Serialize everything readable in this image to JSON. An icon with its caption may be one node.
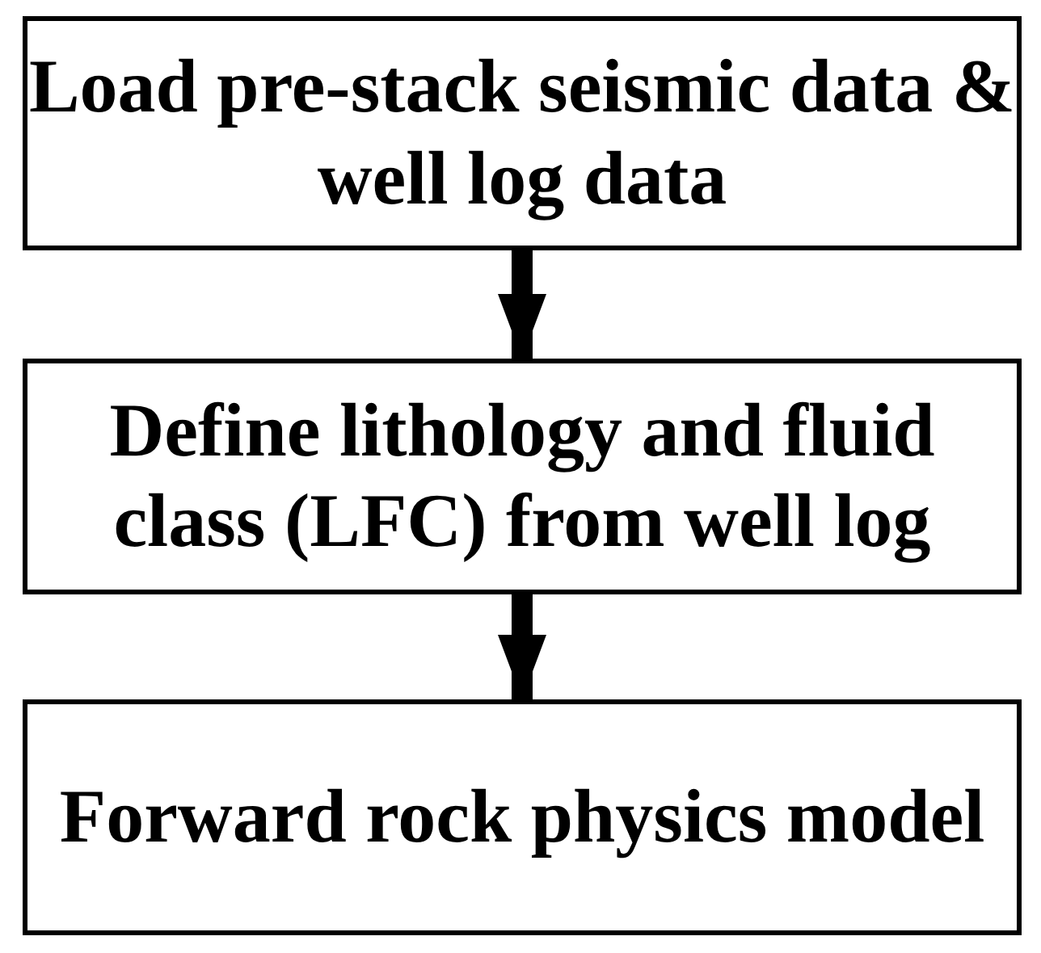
{
  "diagram": {
    "nodes": [
      {
        "text": [
          "Load pre-stack seismic data & well log data"
        ]
      },
      {
        "text": [
          "Define lithology and fluid class (LFC) from well log"
        ]
      },
      {
        "text": [
          "Forward rock physics model"
        ]
      }
    ],
    "edges": [
      {
        "from": 0,
        "to": 1,
        "arrow": "to"
      },
      {
        "from": 1,
        "to": 2,
        "arrow": "to"
      }
    ]
  }
}
